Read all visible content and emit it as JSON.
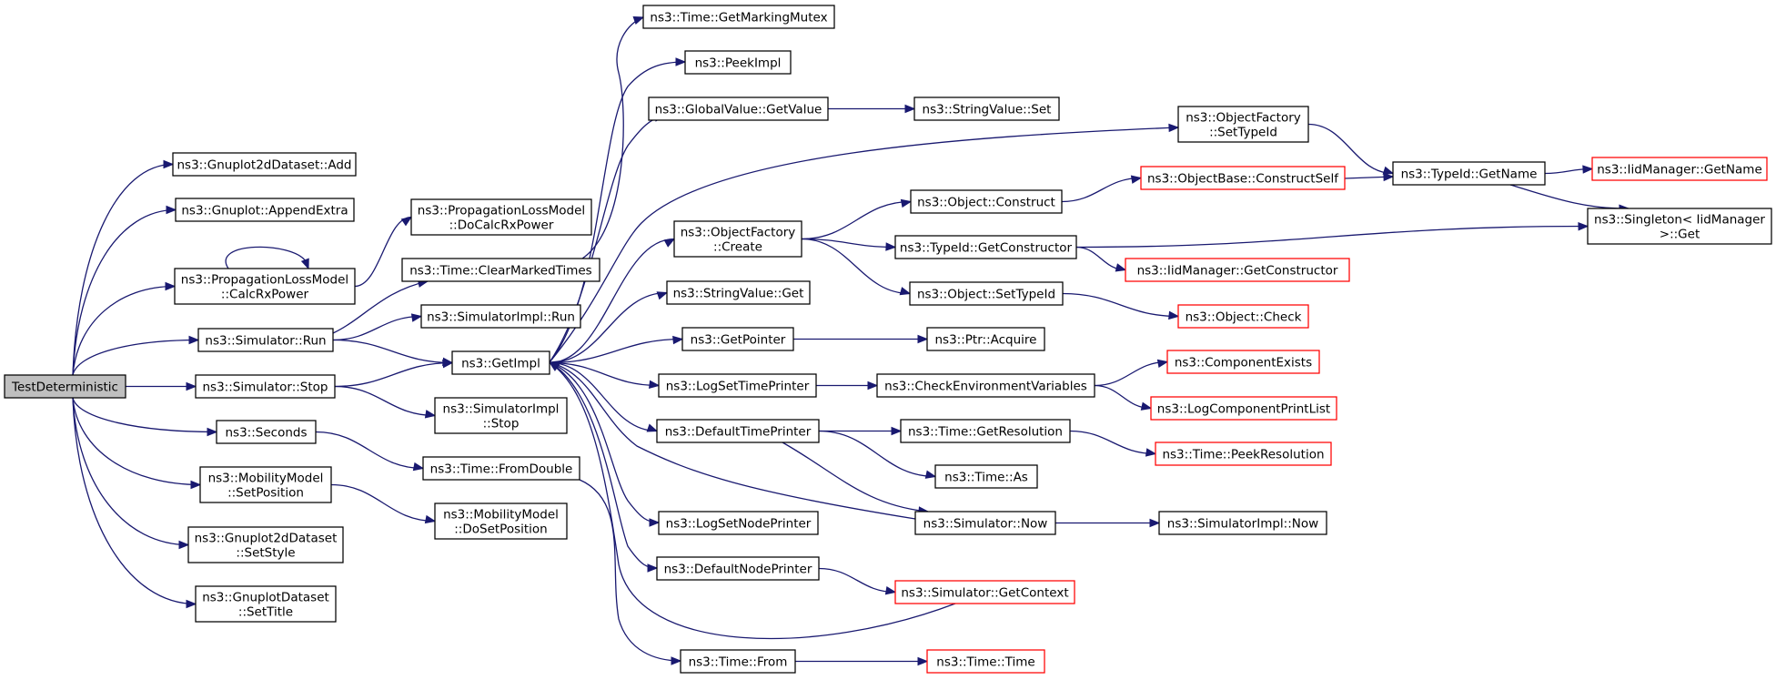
{
  "colors": {
    "edge": "#191970",
    "box_border": "#000000",
    "box_border_truncated": "#ff0000",
    "root_fill": "#bfbfbf",
    "box_fill": "#ffffff"
  },
  "nodes": {
    "TestDeterministic": {
      "lines": [
        "TestDeterministic"
      ],
      "type": "root"
    },
    "Gnuplot2dDataset_Add": {
      "lines": [
        "ns3::Gnuplot2dDataset::Add"
      ]
    },
    "Gnuplot_AppendExtra": {
      "lines": [
        "ns3::Gnuplot::AppendExtra"
      ]
    },
    "PLM_CalcRxPower": {
      "lines": [
        "ns3::PropagationLossModel",
        "::CalcRxPower"
      ]
    },
    "Simulator_Run": {
      "lines": [
        "ns3::Simulator::Run"
      ]
    },
    "Simulator_Stop": {
      "lines": [
        "ns3::Simulator::Stop"
      ]
    },
    "Seconds": {
      "lines": [
        "ns3::Seconds"
      ]
    },
    "MobilityModel_SetPosition": {
      "lines": [
        "ns3::MobilityModel",
        "::SetPosition"
      ]
    },
    "Gnuplot2dDataset_SetStyle": {
      "lines": [
        "ns3::Gnuplot2dDataset",
        "::SetStyle"
      ]
    },
    "GnuplotDataset_SetTitle": {
      "lines": [
        "ns3::GnuplotDataset",
        "::SetTitle"
      ]
    },
    "PLM_DoCalcRxPower": {
      "lines": [
        "ns3::PropagationLossModel",
        "::DoCalcRxPower"
      ]
    },
    "Time_ClearMarkedTimes": {
      "lines": [
        "ns3::Time::ClearMarkedTimes"
      ]
    },
    "SimulatorImpl_Run": {
      "lines": [
        "ns3::SimulatorImpl::Run"
      ]
    },
    "GetImpl": {
      "lines": [
        "ns3::GetImpl"
      ]
    },
    "SimulatorImpl_Stop": {
      "lines": [
        "ns3::SimulatorImpl",
        "::Stop"
      ]
    },
    "Time_FromDouble": {
      "lines": [
        "ns3::Time::FromDouble"
      ]
    },
    "MobilityModel_DoSetPosition": {
      "lines": [
        "ns3::MobilityModel",
        "::DoSetPosition"
      ]
    },
    "Time_GetMarkingMutex": {
      "lines": [
        "ns3::Time::GetMarkingMutex"
      ]
    },
    "PeekImpl": {
      "lines": [
        "ns3::PeekImpl"
      ]
    },
    "GlobalValue_GetValue": {
      "lines": [
        "ns3::GlobalValue::GetValue"
      ]
    },
    "ObjectFactory_Create": {
      "lines": [
        "ns3::ObjectFactory",
        "::Create"
      ]
    },
    "StringValue_Get": {
      "lines": [
        "ns3::StringValue::Get"
      ]
    },
    "GetPointer": {
      "lines": [
        "ns3::GetPointer"
      ]
    },
    "LogSetTimePrinter": {
      "lines": [
        "ns3::LogSetTimePrinter"
      ]
    },
    "DefaultTimePrinter": {
      "lines": [
        "ns3::DefaultTimePrinter"
      ]
    },
    "LogSetNodePrinter": {
      "lines": [
        "ns3::LogSetNodePrinter"
      ]
    },
    "DefaultNodePrinter": {
      "lines": [
        "ns3::DefaultNodePrinter"
      ]
    },
    "Time_From": {
      "lines": [
        "ns3::Time::From"
      ]
    },
    "StringValue_Set": {
      "lines": [
        "ns3::StringValue::Set"
      ]
    },
    "ObjectFactory_SetTypeId": {
      "lines": [
        "ns3::ObjectFactory",
        "::SetTypeId"
      ]
    },
    "Object_Construct": {
      "lines": [
        "ns3::Object::Construct"
      ]
    },
    "TypeId_GetConstructor": {
      "lines": [
        "ns3::TypeId::GetConstructor"
      ]
    },
    "Object_SetTypeId": {
      "lines": [
        "ns3::Object::SetTypeId"
      ]
    },
    "Ptr_Acquire": {
      "lines": [
        "ns3::Ptr::Acquire"
      ]
    },
    "CheckEnvironmentVariables": {
      "lines": [
        "ns3::CheckEnvironmentVariables"
      ]
    },
    "Time_GetResolution": {
      "lines": [
        "ns3::Time::GetResolution"
      ]
    },
    "Time_As": {
      "lines": [
        "ns3::Time::As"
      ]
    },
    "Simulator_Now": {
      "lines": [
        "ns3::Simulator::Now"
      ]
    },
    "Simulator_GetContext": {
      "lines": [
        "ns3::Simulator::GetContext"
      ],
      "type": "truncated"
    },
    "Time_Time": {
      "lines": [
        "ns3::Time::Time"
      ],
      "type": "truncated"
    },
    "ObjectBase_ConstructSelf": {
      "lines": [
        "ns3::ObjectBase::ConstructSelf"
      ],
      "type": "truncated"
    },
    "IidManager_GetConstructor": {
      "lines": [
        "ns3::IidManager::GetConstructor"
      ],
      "type": "truncated"
    },
    "Object_Check": {
      "lines": [
        "ns3::Object::Check"
      ],
      "type": "truncated"
    },
    "ComponentExists": {
      "lines": [
        "ns3::ComponentExists"
      ],
      "type": "truncated"
    },
    "LogComponentPrintList": {
      "lines": [
        "ns3::LogComponentPrintList"
      ],
      "type": "truncated"
    },
    "Time_PeekResolution": {
      "lines": [
        "ns3::Time::PeekResolution"
      ],
      "type": "truncated"
    },
    "SimulatorImpl_Now": {
      "lines": [
        "ns3::SimulatorImpl::Now"
      ]
    },
    "TypeId_GetName": {
      "lines": [
        "ns3::TypeId::GetName"
      ]
    },
    "IidManager_GetName": {
      "lines": [
        "ns3::IidManager::GetName"
      ],
      "type": "truncated"
    },
    "Singleton_Get": {
      "lines": [
        "ns3::Singleton< IidManager",
        ">::Get"
      ]
    }
  },
  "edges": [
    [
      "TestDeterministic",
      "Gnuplot2dDataset_Add"
    ],
    [
      "TestDeterministic",
      "Gnuplot_AppendExtra"
    ],
    [
      "TestDeterministic",
      "PLM_CalcRxPower"
    ],
    [
      "TestDeterministic",
      "Simulator_Run"
    ],
    [
      "TestDeterministic",
      "Simulator_Stop"
    ],
    [
      "TestDeterministic",
      "Seconds"
    ],
    [
      "TestDeterministic",
      "MobilityModel_SetPosition"
    ],
    [
      "TestDeterministic",
      "Gnuplot2dDataset_SetStyle"
    ],
    [
      "TestDeterministic",
      "GnuplotDataset_SetTitle"
    ],
    [
      "PLM_CalcRxPower",
      "PLM_CalcRxPower"
    ],
    [
      "PLM_CalcRxPower",
      "PLM_DoCalcRxPower"
    ],
    [
      "Simulator_Run",
      "Time_ClearMarkedTimes"
    ],
    [
      "Simulator_Run",
      "SimulatorImpl_Run"
    ],
    [
      "Simulator_Run",
      "GetImpl"
    ],
    [
      "Simulator_Stop",
      "GetImpl"
    ],
    [
      "Simulator_Stop",
      "SimulatorImpl_Stop"
    ],
    [
      "Seconds",
      "Time_FromDouble"
    ],
    [
      "MobilityModel_SetPosition",
      "MobilityModel_DoSetPosition"
    ],
    [
      "Time_ClearMarkedTimes",
      "Time_GetMarkingMutex"
    ],
    [
      "GetImpl",
      "PeekImpl"
    ],
    [
      "GetImpl",
      "GlobalValue_GetValue"
    ],
    [
      "GetImpl",
      "ObjectFactory_SetTypeId"
    ],
    [
      "GetImpl",
      "ObjectFactory_Create"
    ],
    [
      "GetImpl",
      "StringValue_Get"
    ],
    [
      "GetImpl",
      "GetPointer"
    ],
    [
      "GetImpl",
      "LogSetTimePrinter"
    ],
    [
      "GetImpl",
      "DefaultTimePrinter"
    ],
    [
      "GetImpl",
      "LogSetNodePrinter"
    ],
    [
      "GetImpl",
      "DefaultNodePrinter"
    ],
    [
      "Time_FromDouble",
      "Time_From"
    ],
    [
      "GlobalValue_GetValue",
      "StringValue_Set"
    ],
    [
      "ObjectFactory_Create",
      "Object_Construct"
    ],
    [
      "ObjectFactory_Create",
      "TypeId_GetConstructor"
    ],
    [
      "ObjectFactory_Create",
      "Object_SetTypeId"
    ],
    [
      "GetPointer",
      "Ptr_Acquire"
    ],
    [
      "LogSetTimePrinter",
      "CheckEnvironmentVariables"
    ],
    [
      "DefaultTimePrinter",
      "Time_GetResolution"
    ],
    [
      "DefaultTimePrinter",
      "Time_As"
    ],
    [
      "DefaultTimePrinter",
      "Simulator_Now"
    ],
    [
      "Simulator_Now",
      "GetImpl"
    ],
    [
      "Simulator_Now",
      "SimulatorImpl_Now"
    ],
    [
      "DefaultNodePrinter",
      "Simulator_GetContext"
    ],
    [
      "Simulator_GetContext",
      "GetImpl"
    ],
    [
      "Time_From",
      "Time_Time"
    ],
    [
      "ObjectFactory_SetTypeId",
      "TypeId_GetName"
    ],
    [
      "Object_Construct",
      "ObjectBase_ConstructSelf"
    ],
    [
      "ObjectBase_ConstructSelf",
      "TypeId_GetName"
    ],
    [
      "TypeId_GetConstructor",
      "Singleton_Get"
    ],
    [
      "TypeId_GetConstructor",
      "IidManager_GetConstructor"
    ],
    [
      "Object_SetTypeId",
      "Object_Check"
    ],
    [
      "CheckEnvironmentVariables",
      "ComponentExists"
    ],
    [
      "CheckEnvironmentVariables",
      "LogComponentPrintList"
    ],
    [
      "Time_GetResolution",
      "Time_PeekResolution"
    ],
    [
      "TypeId_GetName",
      "IidManager_GetName"
    ],
    [
      "TypeId_GetName",
      "Singleton_Get"
    ]
  ]
}
